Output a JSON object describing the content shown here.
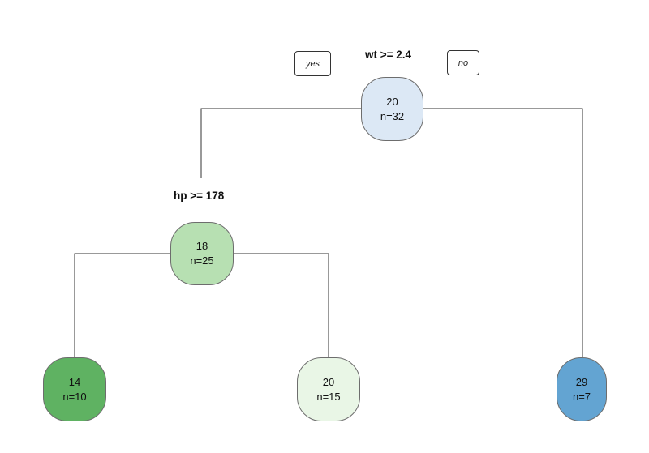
{
  "tree": {
    "branch_labels": {
      "yes": "yes",
      "no": "no"
    },
    "splits": {
      "root": "wt >= 2.4",
      "left": "hp >= 178"
    },
    "nodes": {
      "root": {
        "value": "20",
        "n": "n=32",
        "color": "#dce8f5"
      },
      "left": {
        "value": "18",
        "n": "n=25",
        "color": "#b7e0b2"
      },
      "leaf_ll": {
        "value": "14",
        "n": "n=10",
        "color": "#5fb262"
      },
      "leaf_lr": {
        "value": "20",
        "n": "n=15",
        "color": "#e9f6e6"
      },
      "leaf_r": {
        "value": "29",
        "n": "n=7",
        "color": "#63a4d2"
      }
    }
  }
}
